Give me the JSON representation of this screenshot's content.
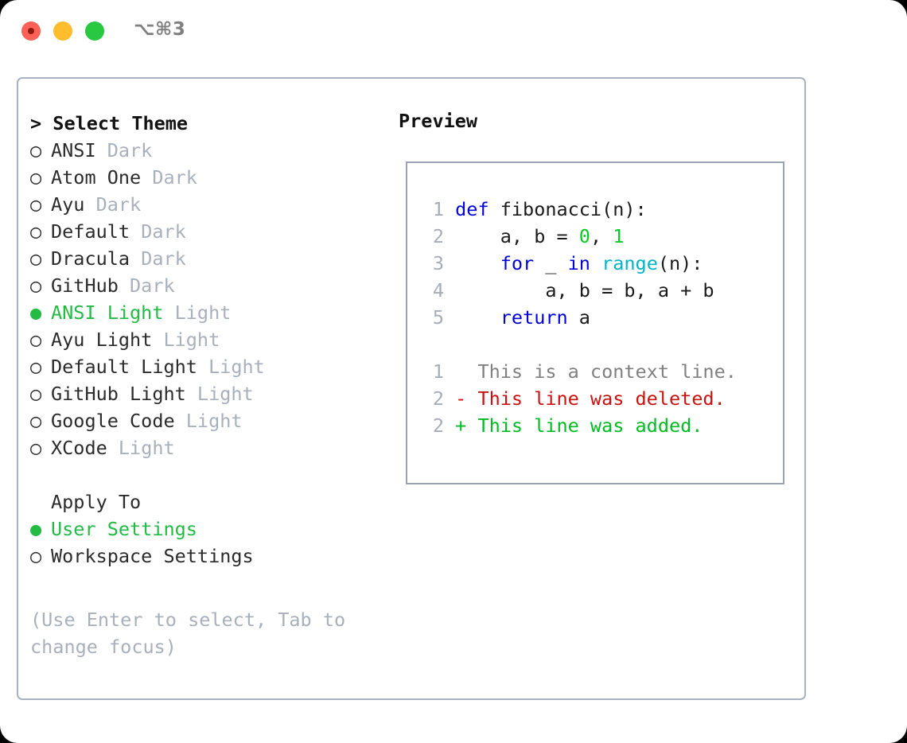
{
  "titlebar": {
    "shortcut": "⌥⌘3",
    "buttons": [
      "close",
      "minimize",
      "maximize"
    ]
  },
  "theme_picker": {
    "header_prefix": "> ",
    "header": "Select Theme",
    "bullet_empty": "○",
    "bullet_filled": "●",
    "items": [
      {
        "name": "ANSI",
        "suffix": "Dark",
        "selected": false
      },
      {
        "name": "Atom One",
        "suffix": "Dark",
        "selected": false
      },
      {
        "name": "Ayu",
        "suffix": "Dark",
        "selected": false
      },
      {
        "name": "Default",
        "suffix": "Dark",
        "selected": false
      },
      {
        "name": "Dracula",
        "suffix": "Dark",
        "selected": false
      },
      {
        "name": "GitHub",
        "suffix": "Dark",
        "selected": false
      },
      {
        "name": "ANSI Light",
        "suffix": "Light",
        "selected": true
      },
      {
        "name": "Ayu Light",
        "suffix": "Light",
        "selected": false
      },
      {
        "name": "Default Light",
        "suffix": "Light",
        "selected": false
      },
      {
        "name": "GitHub Light",
        "suffix": "Light",
        "selected": false
      },
      {
        "name": "Google Code",
        "suffix": "Light",
        "selected": false
      },
      {
        "name": "XCode",
        "suffix": "Light",
        "selected": false
      }
    ]
  },
  "apply_to": {
    "header": "Apply To",
    "items": [
      {
        "name": "User Settings",
        "selected": true
      },
      {
        "name": "Workspace Settings",
        "selected": false
      }
    ]
  },
  "hint": "(Use Enter to select, Tab to change focus)",
  "preview": {
    "title": "Preview",
    "code": [
      {
        "num": "1",
        "tokens": [
          {
            "t": "def ",
            "c": "kw"
          },
          {
            "t": "fibonacci(n):",
            "c": "txt"
          }
        ]
      },
      {
        "num": "2",
        "tokens": [
          {
            "t": "    a, b = ",
            "c": "txt"
          },
          {
            "t": "0",
            "c": "num"
          },
          {
            "t": ", ",
            "c": "txt"
          },
          {
            "t": "1",
            "c": "num"
          }
        ]
      },
      {
        "num": "3",
        "tokens": [
          {
            "t": "    ",
            "c": "txt"
          },
          {
            "t": "for",
            "c": "kw"
          },
          {
            "t": " _ ",
            "c": "txt"
          },
          {
            "t": "in",
            "c": "kw"
          },
          {
            "t": " ",
            "c": "txt"
          },
          {
            "t": "range",
            "c": "fn"
          },
          {
            "t": "(n):",
            "c": "txt"
          }
        ]
      },
      {
        "num": "4",
        "tokens": [
          {
            "t": "        a, b = b, a + b",
            "c": "txt"
          }
        ]
      },
      {
        "num": "5",
        "tokens": [
          {
            "t": "    ",
            "c": "txt"
          },
          {
            "t": "return",
            "c": "kw"
          },
          {
            "t": " a",
            "c": "txt"
          }
        ]
      }
    ],
    "diff": [
      {
        "num": "1",
        "marker": "  ",
        "text": "This is a context line.",
        "kind": "ctx"
      },
      {
        "num": "2",
        "marker": "- ",
        "text": "This line was deleted.",
        "kind": "del"
      },
      {
        "num": "2",
        "marker": "+ ",
        "text": "This line was added.",
        "kind": "add"
      }
    ]
  },
  "colors": {
    "accent_green": "#22bb44",
    "muted": "#a8b0bc",
    "keyword": "#0000dd",
    "function": "#00b4c4",
    "number": "#00cc22",
    "diff_add": "#00bb22",
    "diff_del": "#cc1111",
    "border": "#a8b2c0"
  }
}
